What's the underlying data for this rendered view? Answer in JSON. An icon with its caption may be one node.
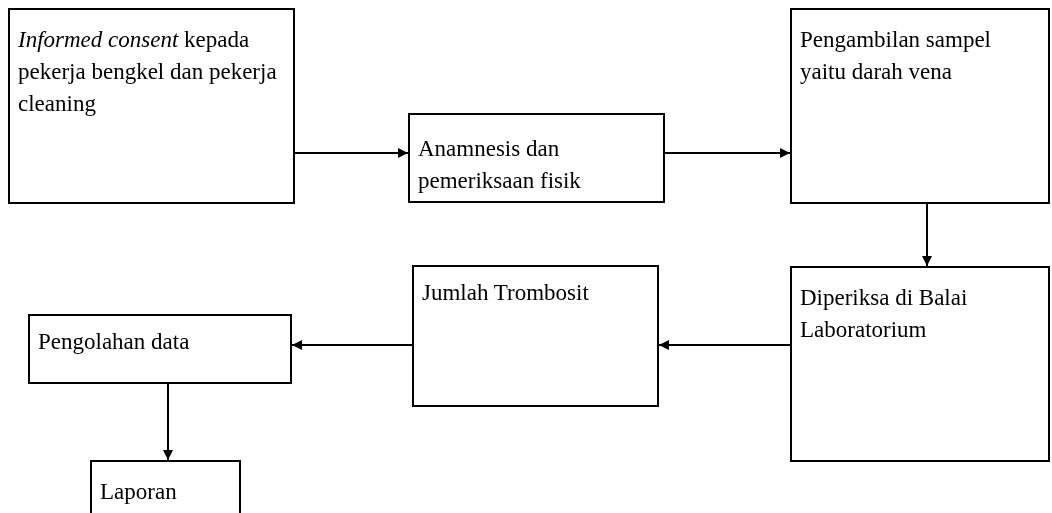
{
  "diagram": {
    "nodes": [
      {
        "text": [
          "*Informed consent* kepada pekerja bengkel dan pekerja cleaning"
        ]
      },
      {
        "text": [
          "Anamnesis dan pemeriksaan fisik"
        ]
      },
      {
        "text": [
          "Pengambilan sampel yaitu darah vena"
        ]
      },
      {
        "text": [
          "Diperiksa di Balai Laboratorium"
        ]
      },
      {
        "text": [
          "Jumlah Trombosit"
        ]
      },
      {
        "text": [
          "Pengolahan data"
        ]
      },
      {
        "text": [
          "Laporan"
        ]
      }
    ],
    "edges": [
      {
        "from": 0,
        "to": 1,
        "arrow": "to"
      },
      {
        "from": 1,
        "to": 2,
        "arrow": "to"
      },
      {
        "from": 2,
        "to": 3,
        "arrow": "to"
      },
      {
        "from": 3,
        "to": 4,
        "arrow": "to"
      },
      {
        "from": 4,
        "to": 5,
        "arrow": "to"
      },
      {
        "from": 5,
        "to": 6,
        "arrow": "to"
      }
    ]
  }
}
